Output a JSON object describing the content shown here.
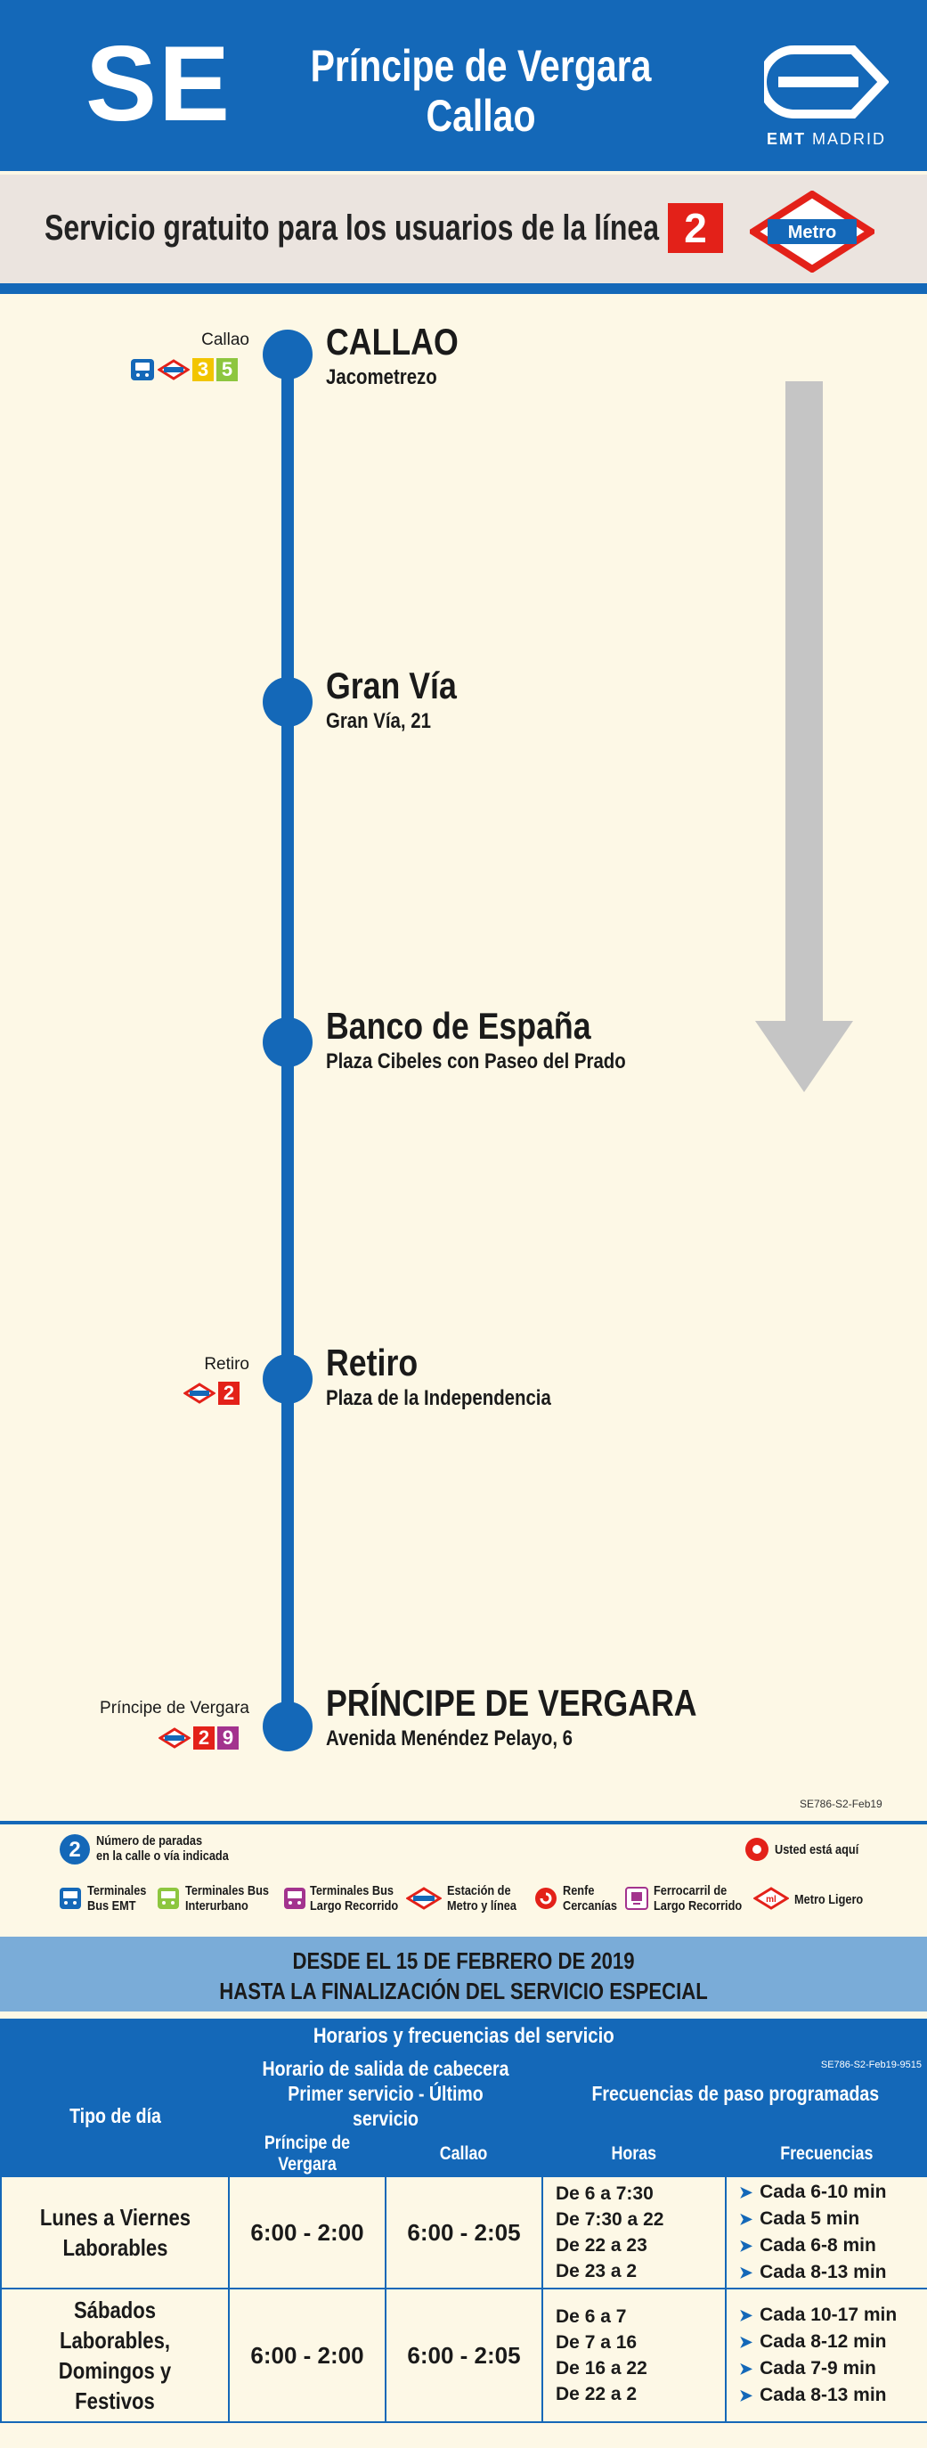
{
  "header": {
    "line_code": "SE",
    "route_name_1": "Príncipe de Vergara",
    "route_name_2": "Callao",
    "operator_logo": "emt-logo-icon",
    "operator_brand": "EMT",
    "operator_city": "MADRID"
  },
  "banner": {
    "text": "Servicio gratuito para los usuarios de la línea",
    "line_number": "2",
    "metro_label": "Metro"
  },
  "stops": [
    {
      "name": "CALLAO",
      "street": "Jacometrezo",
      "connection_label": "Callao",
      "lines": [
        {
          "num": "3",
          "color": "#f2c500"
        },
        {
          "num": "5",
          "color": "#8dc63f"
        }
      ],
      "bus_icon": true
    },
    {
      "name": "Gran Vía",
      "street": "Gran Vía, 21"
    },
    {
      "name": "Banco de España",
      "street": "Plaza Cibeles con Paseo del Prado"
    },
    {
      "name": "Retiro",
      "street": "Plaza de la Independencia",
      "connection_label": "Retiro",
      "lines": [
        {
          "num": "2",
          "color": "#e32119"
        }
      ]
    },
    {
      "name": "PRÍNCIPE DE VERGARA",
      "street": "Avenida Menéndez Pelayo, 6",
      "connection_label": "Príncipe de Vergara",
      "lines": [
        {
          "num": "2",
          "color": "#e32119"
        },
        {
          "num": "9",
          "color": "#a3338e"
        }
      ]
    }
  ],
  "map_code": "SE786-S2-Feb19",
  "legend": {
    "stops_count_number": "2",
    "stops_count_line1": "Número de paradas",
    "stops_count_line2": "en la calle o vía indicada",
    "you_are_here": "Usted está aquí",
    "items": [
      {
        "line1": "Terminales",
        "line2": "Bus EMT",
        "icon": "bus-emt-icon"
      },
      {
        "line1": "Terminales Bus",
        "line2": "Interurbano",
        "icon": "bus-interurbano-icon"
      },
      {
        "line1": "Terminales Bus",
        "line2": "Largo Recorrido",
        "icon": "bus-largo-recorrido-icon"
      },
      {
        "line1": "Estación de",
        "line2": "Metro y línea",
        "icon": "metro-icon"
      },
      {
        "line1": "Renfe",
        "line2": "Cercanías",
        "icon": "renfe-icon"
      },
      {
        "line1": "Ferrocarril de",
        "line2": "Largo Recorrido",
        "icon": "train-icon"
      },
      {
        "line1": "Metro Ligero",
        "line2": "",
        "icon": "metro-ligero-icon"
      }
    ]
  },
  "schedule": {
    "validity_1": "DESDE EL 15 DE FEBRERO DE 2019",
    "validity_2": "HASTA LA FINALIZACIÓN DEL SERVICIO ESPECIAL",
    "title": "Horarios y frecuencias del servicio",
    "code": "SE786-S2-Feb19-9515",
    "col_tipo": "Tipo de día",
    "col_horario_1": "Horario de salida de cabecera",
    "col_horario_2": "Primer servicio - Último servicio",
    "col_frecuencias": "Frecuencias de paso programadas",
    "sub_origin": "Príncipe de Vergara",
    "sub_dest": "Callao",
    "sub_horas": "Horas",
    "sub_freq": "Frecuencias",
    "rows": [
      {
        "day_1": "Lunes a Viernes",
        "day_2": "Laborables",
        "day_3": "",
        "origin": "6:00 - 2:00",
        "dest": "6:00 - 2:05",
        "hours": [
          "De 6 a 7:30",
          "De 7:30 a 22",
          "De 22 a 23",
          "De 23 a 2"
        ],
        "freqs": [
          "Cada 6-10 min",
          "Cada 5 min",
          "Cada 6-8 min",
          "Cada 8-13 min"
        ]
      },
      {
        "day_1": "Sábados Laborables,",
        "day_2": "Domingos y Festivos",
        "day_3": "",
        "origin": "6:00 - 2:00",
        "dest": "6:00 - 2:05",
        "hours": [
          "De 6 a 7",
          "De 7 a 16",
          "De 16 a 22",
          "De 22 a 2"
        ],
        "freqs": [
          "Cada 10-17 min",
          "Cada 8-12 min",
          "Cada 7-9 min",
          "Cada 8-13 min"
        ]
      }
    ]
  }
}
